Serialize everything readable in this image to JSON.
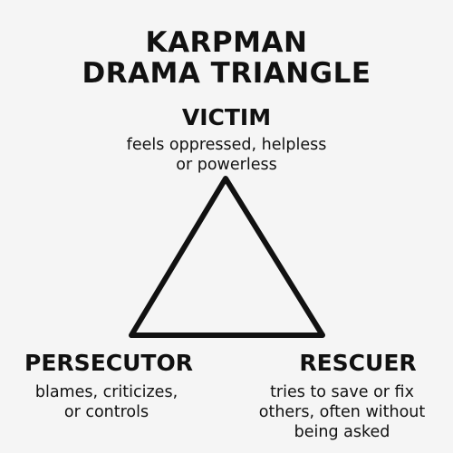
{
  "title": {
    "line1": "KARPMAN",
    "line2": "DRAMA TRIANGLE"
  },
  "victim": {
    "label": "VICTIM",
    "desc_line1": "feels oppressed, helpless",
    "desc_line2": "or powerless"
  },
  "persecutor": {
    "label": "PERSECUTOR",
    "desc_line1": "blames, criticizes,",
    "desc_line2": "or controls"
  },
  "rescuer": {
    "label": "RESCUER",
    "desc_line1": "tries to save or fix",
    "desc_line2": "others, often without",
    "desc_line3": "being asked"
  },
  "colors": {
    "background": "#f5f5f5",
    "ink": "#111111"
  }
}
